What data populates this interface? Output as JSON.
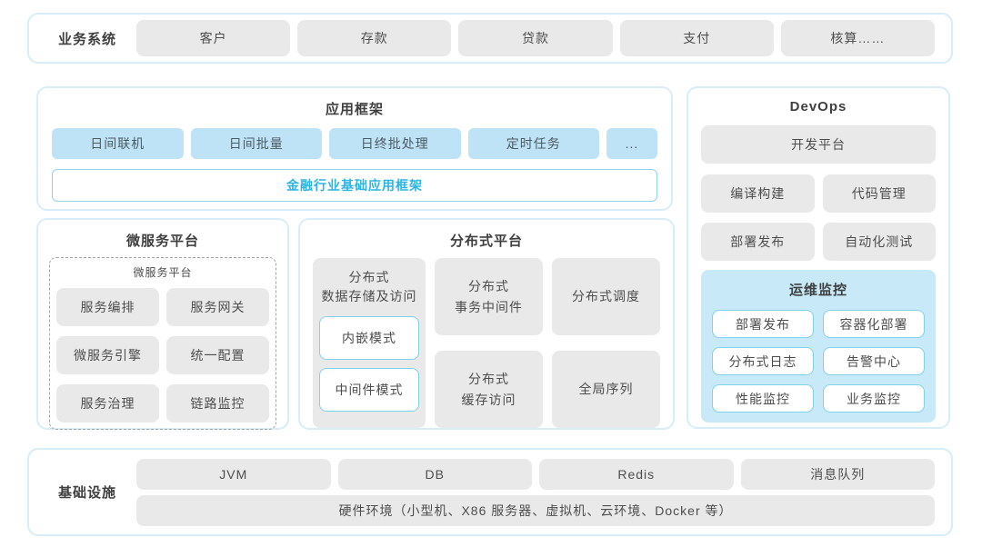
{
  "colors": {
    "container_border": "#d7eef8",
    "gray_box": "#e9e9e9",
    "blue_box": "#bfe3f6",
    "ops_panel_bg": "#c7e9f8",
    "cyan_border": "#7ed2ea",
    "cyan_text": "#2cb4e2",
    "text": "#4d4d4d"
  },
  "business_layer": {
    "label": "业务系统",
    "items": [
      "客户",
      "存款",
      "贷款",
      "支付",
      "核算……"
    ]
  },
  "app_framework": {
    "title": "应用框架",
    "modules": [
      "日间联机",
      "日间批量",
      "日终批处理",
      "定时任务",
      "..."
    ],
    "base_framework": "金融行业基础应用框架"
  },
  "devops": {
    "title": "DevOps",
    "dev_platform": "开发平台",
    "tools": [
      "编译构建",
      "代码管理",
      "部署发布",
      "自动化测试"
    ],
    "ops_monitoring": {
      "title": "运维监控",
      "items": [
        "部署发布",
        "容器化部署",
        "分布式日志",
        "告警中心",
        "性能监控",
        "业务监控"
      ]
    }
  },
  "microservice_platform": {
    "title": "微服务平台",
    "inner_title": "微服务平台",
    "items": [
      "服务编排",
      "服务网关",
      "微服务引擎",
      "统一配置",
      "服务治理",
      "链路监控"
    ]
  },
  "distributed_platform": {
    "title": "分布式平台",
    "data_storage": {
      "label": "分布式\n数据存储及访问",
      "modes": [
        "内嵌模式",
        "中间件模式"
      ]
    },
    "columns": [
      {
        "top": "分布式\n事务中间件",
        "bottom": "分布式\n缓存访问"
      },
      {
        "top": "分布式调度",
        "bottom": "全局序列"
      }
    ]
  },
  "infrastructure": {
    "label": "基础设施",
    "items": [
      "JVM",
      "DB",
      "Redis",
      "消息队列"
    ],
    "hardware": "硬件环境（小型机、X86 服务器、虚拟机、云环境、Docker 等）"
  }
}
